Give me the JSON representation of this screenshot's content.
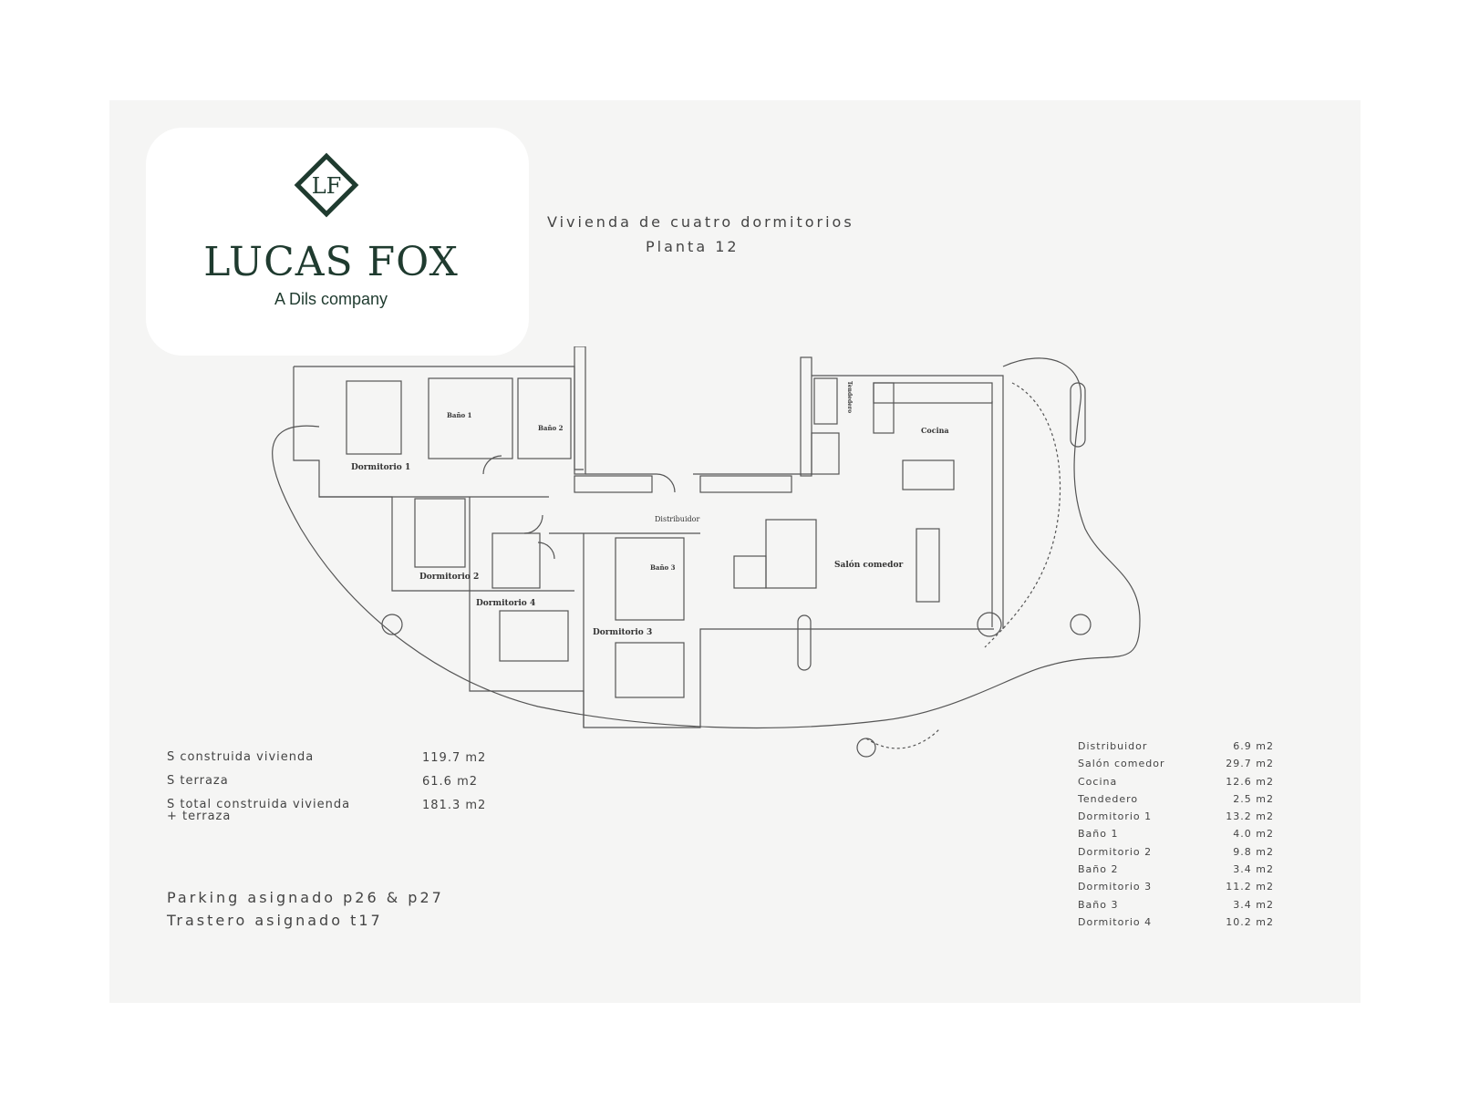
{
  "brand": {
    "monogram": "LF",
    "name": "LUCAS FOX",
    "tagline": "A Dils company"
  },
  "header": {
    "title": "Vivienda de cuatro dormitorios",
    "floor": "Planta 12"
  },
  "plan_labels": {
    "dormitorio1": "Dormitorio 1",
    "bano1": "Baño 1",
    "bano2": "Baño 2",
    "dormitorio2": "Dormitorio 2",
    "dormitorio4": "Dormitorio 4",
    "dormitorio3": "Dormitorio 3",
    "bano3": "Baño 3",
    "distribuidor": "Distribuidor",
    "salon": "Salón comedor",
    "cocina": "Cocina",
    "tendedero": "Tendedero"
  },
  "summary": [
    {
      "label": "S construida vivienda",
      "value": "119.7 m2"
    },
    {
      "label": "S terraza",
      "value": "61.6 m2"
    },
    {
      "label": "S total construida vivienda + terraza",
      "value": "181.3 m2"
    }
  ],
  "extras": {
    "parking": "Parking asignado p26 & p27",
    "trastero": "Trastero asignado t17"
  },
  "areas": [
    {
      "name": "Distribuidor",
      "value": "6.9 m2"
    },
    {
      "name": "Salón comedor",
      "value": "29.7 m2"
    },
    {
      "name": "Cocina",
      "value": "12.6 m2"
    },
    {
      "name": "Tendedero",
      "value": "2.5 m2"
    },
    {
      "name": "Dormitorio 1",
      "value": "13.2 m2"
    },
    {
      "name": "Baño 1",
      "value": "4.0 m2"
    },
    {
      "name": "Dormitorio 2",
      "value": "9.8 m2"
    },
    {
      "name": "Baño 2",
      "value": "3.4 m2"
    },
    {
      "name": "Dormitorio 3",
      "value": "11.2 m2"
    },
    {
      "name": "Baño 3",
      "value": "3.4 m2"
    },
    {
      "name": "Dormitorio 4",
      "value": "10.2 m2"
    }
  ]
}
